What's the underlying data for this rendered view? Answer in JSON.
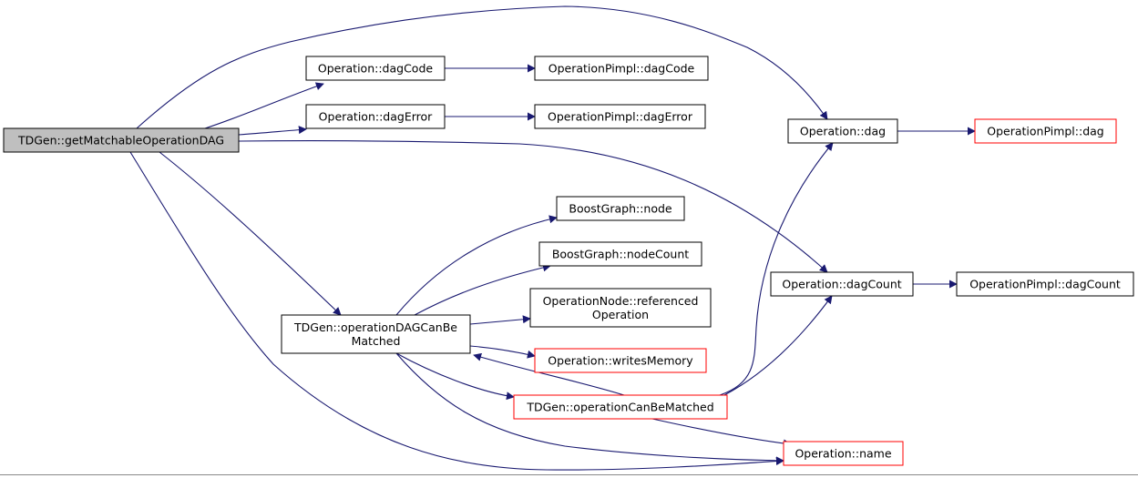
{
  "diagram": {
    "colors": {
      "edge": "#191970",
      "normal_border": "#000000",
      "truncated_border": "#ff0000",
      "root_fill": "#bfbfbf",
      "node_fill": "#ffffff"
    },
    "nodes": [
      {
        "id": "root",
        "name": "node-tdgen-getmatchableoperationdag",
        "lines": [
          "TDGen::getMatchableOperationDAG"
        ],
        "style": "root"
      },
      {
        "id": "dagCode",
        "name": "node-operation-dagcode",
        "lines": [
          "Operation::dagCode"
        ],
        "style": "normal"
      },
      {
        "id": "pimplDagCode",
        "name": "node-operationpimpl-dagcode",
        "lines": [
          "OperationPimpl::dagCode"
        ],
        "style": "normal"
      },
      {
        "id": "dagError",
        "name": "node-operation-dagerror",
        "lines": [
          "Operation::dagError"
        ],
        "style": "normal"
      },
      {
        "id": "pimplDagError",
        "name": "node-operationpimpl-dagerror",
        "lines": [
          "OperationPimpl::dagError"
        ],
        "style": "normal"
      },
      {
        "id": "dag",
        "name": "node-operation-dag",
        "lines": [
          "Operation::dag"
        ],
        "style": "normal"
      },
      {
        "id": "pimplDag",
        "name": "node-operationpimpl-dag",
        "lines": [
          "OperationPimpl::dag"
        ],
        "style": "truncated"
      },
      {
        "id": "bgNode",
        "name": "node-boostgraph-node",
        "lines": [
          "BoostGraph::node"
        ],
        "style": "normal"
      },
      {
        "id": "bgNodeCount",
        "name": "node-boostgraph-nodecount",
        "lines": [
          "BoostGraph::nodeCount"
        ],
        "style": "normal"
      },
      {
        "id": "opNodeRef",
        "name": "node-operationnode-referencedoperation",
        "lines": [
          "OperationNode::referenced",
          "Operation"
        ],
        "style": "normal"
      },
      {
        "id": "dagCount",
        "name": "node-operation-dagcount",
        "lines": [
          "Operation::dagCount"
        ],
        "style": "normal"
      },
      {
        "id": "pimplDagCount",
        "name": "node-operationpimpl-dagcount",
        "lines": [
          "OperationPimpl::dagCount"
        ],
        "style": "normal"
      },
      {
        "id": "opDagCan",
        "name": "node-tdgen-operationdagcanbematched",
        "lines": [
          "TDGen::operationDAGCanBe",
          "Matched"
        ],
        "style": "normal"
      },
      {
        "id": "writesMem",
        "name": "node-operation-writesmemory",
        "lines": [
          "Operation::writesMemory"
        ],
        "style": "truncated"
      },
      {
        "id": "opCan",
        "name": "node-tdgen-operationcanbematched",
        "lines": [
          "TDGen::operationCanBeMatched"
        ],
        "style": "truncated"
      },
      {
        "id": "opName",
        "name": "node-operation-name",
        "lines": [
          "Operation::name"
        ],
        "style": "truncated"
      }
    ],
    "edges": [
      [
        "root",
        "dag"
      ],
      [
        "root",
        "dagCode"
      ],
      [
        "root",
        "dagError"
      ],
      [
        "root",
        "dagCount"
      ],
      [
        "root",
        "opDagCan"
      ],
      [
        "root",
        "opName"
      ],
      [
        "dagCode",
        "pimplDagCode"
      ],
      [
        "dagError",
        "pimplDagError"
      ],
      [
        "dag",
        "pimplDag"
      ],
      [
        "dagCount",
        "pimplDagCount"
      ],
      [
        "opDagCan",
        "bgNode"
      ],
      [
        "opDagCan",
        "bgNodeCount"
      ],
      [
        "opDagCan",
        "opNodeRef"
      ],
      [
        "opDagCan",
        "writesMem"
      ],
      [
        "opDagCan",
        "opCan"
      ],
      [
        "opDagCan",
        "opName"
      ],
      [
        "opCan",
        "opDagCan"
      ],
      [
        "opCan",
        "dag"
      ],
      [
        "opCan",
        "dagCount"
      ],
      [
        "opCan",
        "opName"
      ]
    ]
  }
}
